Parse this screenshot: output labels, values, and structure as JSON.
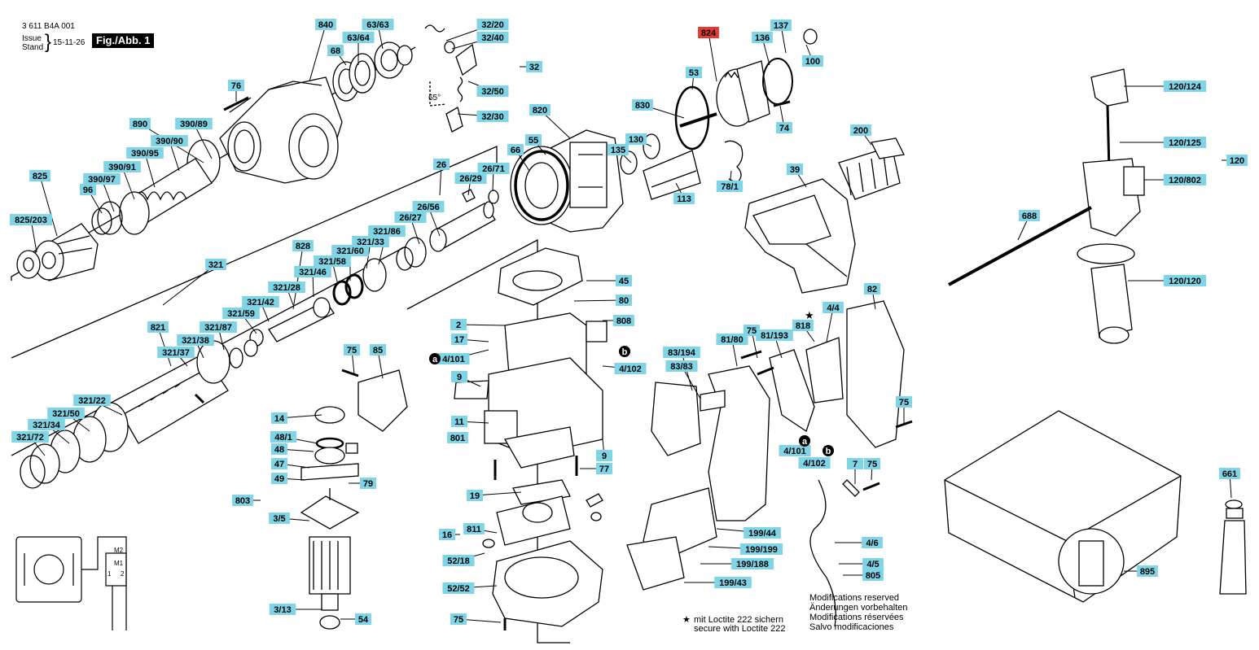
{
  "header": {
    "doc_number": "3 611 B4A 001",
    "issue_label": "Issue",
    "stand_label": "Stand",
    "date": "15-11-26",
    "figure": "Fig./Abb. 1"
  },
  "notes": {
    "loctite_star": "★",
    "loctite_de": "mit Loctite 222 sichern",
    "loctite_en": "secure with Loctite 222",
    "modifications": [
      "Modifications reserved",
      "Änderungen vorbehalten",
      "Modifications réservées",
      "Salvo modificaciones"
    ]
  },
  "angle_label": "65°",
  "colors": {
    "label_bg": "#7fd4e6",
    "highlight_bg": "#e8392e",
    "line": "#000000"
  },
  "parts": [
    {
      "id": "840",
      "highlight": false
    },
    {
      "id": "63/63",
      "highlight": false
    },
    {
      "id": "63/64",
      "highlight": false
    },
    {
      "id": "68",
      "highlight": false
    },
    {
      "id": "76",
      "highlight": false
    },
    {
      "id": "890",
      "highlight": false
    },
    {
      "id": "390/89",
      "highlight": false
    },
    {
      "id": "390/90",
      "highlight": false
    },
    {
      "id": "390/95",
      "highlight": false
    },
    {
      "id": "390/91",
      "highlight": false
    },
    {
      "id": "390/97",
      "highlight": false
    },
    {
      "id": "96",
      "highlight": false
    },
    {
      "id": "825",
      "highlight": false
    },
    {
      "id": "825/203",
      "highlight": false
    },
    {
      "id": "32/20",
      "highlight": false
    },
    {
      "id": "32/40",
      "highlight": false
    },
    {
      "id": "32",
      "highlight": false
    },
    {
      "id": "32/50",
      "highlight": false
    },
    {
      "id": "32/30",
      "highlight": false
    },
    {
      "id": "820",
      "highlight": false
    },
    {
      "id": "55",
      "highlight": false
    },
    {
      "id": "66",
      "highlight": false
    },
    {
      "id": "26",
      "highlight": false
    },
    {
      "id": "26/29",
      "highlight": false
    },
    {
      "id": "26/71",
      "highlight": false
    },
    {
      "id": "26/56",
      "highlight": false
    },
    {
      "id": "26/27",
      "highlight": false
    },
    {
      "id": "824",
      "highlight": true
    },
    {
      "id": "137",
      "highlight": false
    },
    {
      "id": "136",
      "highlight": false
    },
    {
      "id": "100",
      "highlight": false
    },
    {
      "id": "53",
      "highlight": false
    },
    {
      "id": "830",
      "highlight": false
    },
    {
      "id": "130",
      "highlight": false
    },
    {
      "id": "135",
      "highlight": false
    },
    {
      "id": "74",
      "highlight": false
    },
    {
      "id": "113",
      "highlight": false
    },
    {
      "id": "78/1",
      "highlight": false
    },
    {
      "id": "200",
      "highlight": false
    },
    {
      "id": "39",
      "highlight": false
    },
    {
      "id": "321",
      "highlight": false
    },
    {
      "id": "828",
      "highlight": false
    },
    {
      "id": "321/86",
      "highlight": false
    },
    {
      "id": "321/33",
      "highlight": false
    },
    {
      "id": "321/60",
      "highlight": false
    },
    {
      "id": "321/58",
      "highlight": false
    },
    {
      "id": "321/46",
      "highlight": false
    },
    {
      "id": "321/28",
      "highlight": false
    },
    {
      "id": "321/42",
      "highlight": false
    },
    {
      "id": "321/59",
      "highlight": false
    },
    {
      "id": "821",
      "highlight": false
    },
    {
      "id": "321/87",
      "highlight": false
    },
    {
      "id": "321/38",
      "highlight": false
    },
    {
      "id": "321/37",
      "highlight": false
    },
    {
      "id": "321/22",
      "highlight": false
    },
    {
      "id": "321/50",
      "highlight": false
    },
    {
      "id": "321/34",
      "highlight": false
    },
    {
      "id": "321/72",
      "highlight": false
    },
    {
      "id": "45",
      "highlight": false
    },
    {
      "id": "80",
      "highlight": false
    },
    {
      "id": "2",
      "highlight": false
    },
    {
      "id": "808",
      "highlight": false
    },
    {
      "id": "17",
      "highlight": false
    },
    {
      "id": "4/101",
      "highlight": false
    },
    {
      "id": "4/102",
      "highlight": false
    },
    {
      "id": "9",
      "highlight": false
    },
    {
      "id": "11",
      "highlight": false
    },
    {
      "id": "801",
      "highlight": false
    },
    {
      "id": "77",
      "highlight": false
    },
    {
      "id": "19",
      "highlight": false
    },
    {
      "id": "811",
      "highlight": false
    },
    {
      "id": "16",
      "highlight": false
    },
    {
      "id": "52/18",
      "highlight": false
    },
    {
      "id": "52/52",
      "highlight": false
    },
    {
      "id": "75",
      "highlight": false
    },
    {
      "id": "85",
      "highlight": false
    },
    {
      "id": "14",
      "highlight": false
    },
    {
      "id": "48/1",
      "highlight": false
    },
    {
      "id": "48",
      "highlight": false
    },
    {
      "id": "47",
      "highlight": false
    },
    {
      "id": "49",
      "highlight": false
    },
    {
      "id": "79",
      "highlight": false
    },
    {
      "id": "803",
      "highlight": false
    },
    {
      "id": "3/5",
      "highlight": false
    },
    {
      "id": "3/13",
      "highlight": false
    },
    {
      "id": "54",
      "highlight": false
    },
    {
      "id": "818",
      "highlight": false
    },
    {
      "id": "4/4",
      "highlight": false
    },
    {
      "id": "82",
      "highlight": false
    },
    {
      "id": "81/80",
      "highlight": false
    },
    {
      "id": "81/193",
      "highlight": false
    },
    {
      "id": "83/194",
      "highlight": false
    },
    {
      "id": "83/83",
      "highlight": false
    },
    {
      "id": "199/44",
      "highlight": false
    },
    {
      "id": "199/199",
      "highlight": false
    },
    {
      "id": "199/188",
      "highlight": false
    },
    {
      "id": "199/43",
      "highlight": false
    },
    {
      "id": "7",
      "highlight": false
    },
    {
      "id": "4/6",
      "highlight": false
    },
    {
      "id": "4/5",
      "highlight": false
    },
    {
      "id": "805",
      "highlight": false
    },
    {
      "id": "120/124",
      "highlight": false
    },
    {
      "id": "120/125",
      "highlight": false
    },
    {
      "id": "120",
      "highlight": false
    },
    {
      "id": "120/802",
      "highlight": false
    },
    {
      "id": "688",
      "highlight": false
    },
    {
      "id": "120/120",
      "highlight": false
    },
    {
      "id": "661",
      "highlight": false
    },
    {
      "id": "895",
      "highlight": false
    }
  ],
  "markers": {
    "a": "a",
    "b": "b"
  },
  "schematic": {
    "m1": "M1",
    "m2": "M2",
    "one": "1",
    "two": "2"
  }
}
